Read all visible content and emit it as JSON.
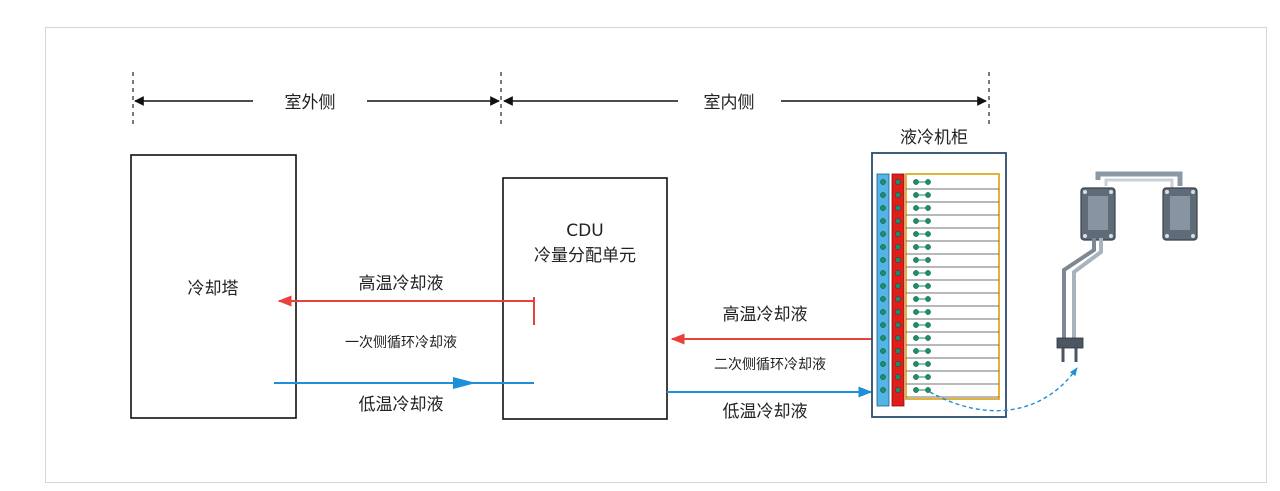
{
  "zones": {
    "outdoor": "室外侧",
    "indoor": "室内侧"
  },
  "boxes": {
    "cooling_tower": "冷却塔",
    "cdu_line1": "CDU",
    "cdu_line2": "冷量分配单元",
    "cabinet_title": "液冷机柜"
  },
  "primary_loop": {
    "hot_label": "高温冷却液",
    "loop_label": "一次侧循环冷却液",
    "cold_label": "低温冷却液"
  },
  "secondary_loop": {
    "hot_label": "高温冷却液",
    "loop_label": "二次侧循环冷却液",
    "cold_label": "低温冷却液"
  },
  "colors": {
    "hot": "#e8413b",
    "cold": "#1e8fd8",
    "manifold_blue": "#55b4e6",
    "manifold_red": "#e21b1b",
    "server_border": "#e3b23c",
    "cabinet_border": "#2a4d6e",
    "node": "#1a8f6a"
  }
}
